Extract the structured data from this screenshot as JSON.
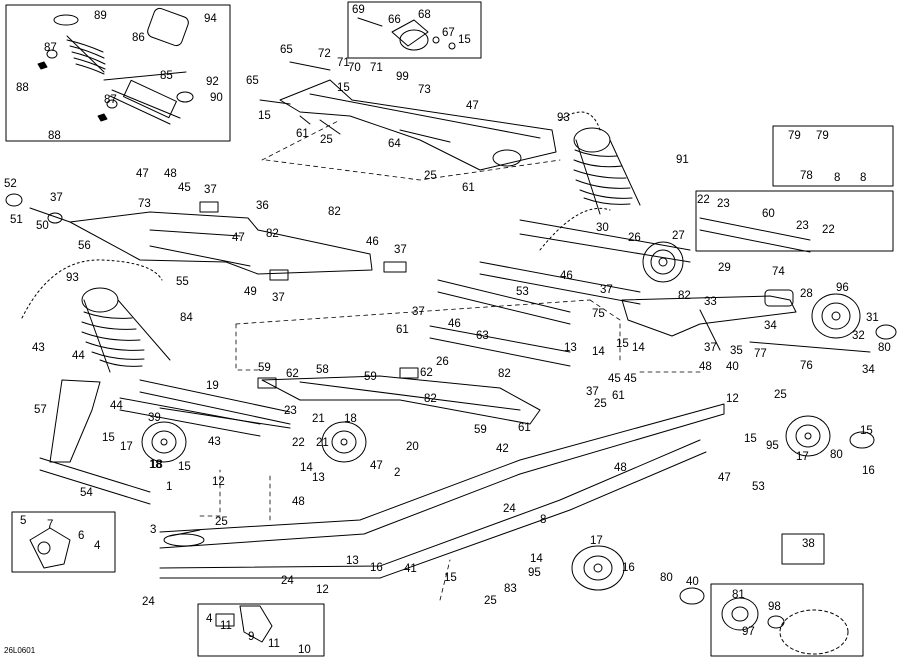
{
  "diagram": {
    "drawing_code": "26L0601",
    "callouts": [
      "89",
      "94",
      "86",
      "87",
      "88",
      "85",
      "92",
      "90",
      "87",
      "88",
      "69",
      "66",
      "68",
      "67",
      "15",
      "65",
      "72",
      "71",
      "70",
      "71",
      "99",
      "15",
      "73",
      "47",
      "65",
      "15",
      "61",
      "25",
      "64",
      "25",
      "61",
      "93",
      "91",
      "79",
      "79",
      "78",
      "8",
      "8",
      "22",
      "23",
      "60",
      "23",
      "22",
      "52",
      "51",
      "37",
      "50",
      "47",
      "48",
      "45",
      "37",
      "73",
      "36",
      "82",
      "47",
      "82",
      "46",
      "37",
      "56",
      "55",
      "49",
      "37",
      "30",
      "26",
      "27",
      "29",
      "74",
      "46",
      "37",
      "28",
      "96",
      "53",
      "82",
      "33",
      "75",
      "31",
      "32",
      "34",
      "35",
      "80",
      "37",
      "77",
      "76",
      "34",
      "93",
      "84",
      "43",
      "44",
      "37",
      "46",
      "61",
      "26",
      "63",
      "13",
      "14",
      "15",
      "14",
      "59",
      "62",
      "58",
      "59",
      "62",
      "82",
      "82",
      "45",
      "25",
      "37",
      "61",
      "57",
      "44",
      "19",
      "39",
      "23",
      "21",
      "22",
      "21",
      "18",
      "43",
      "59",
      "18",
      "42",
      "61",
      "20",
      "15",
      "17",
      "18",
      "15",
      "12",
      "45",
      "48",
      "40",
      "25",
      "12",
      "15",
      "95",
      "17",
      "80",
      "16",
      "15",
      "14",
      "13",
      "48",
      "47",
      "2",
      "48",
      "47",
      "53",
      "54",
      "1",
      "25",
      "24",
      "8",
      "5",
      "7",
      "6",
      "4",
      "3",
      "24",
      "12",
      "14",
      "13",
      "16",
      "41",
      "15",
      "95",
      "17",
      "16",
      "80",
      "40",
      "83",
      "25",
      "24",
      "38",
      "4",
      "11",
      "9",
      "11",
      "10",
      "81",
      "97",
      "98"
    ]
  }
}
